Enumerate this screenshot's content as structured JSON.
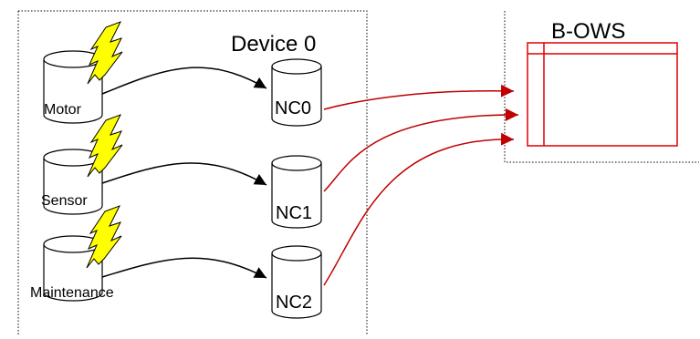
{
  "device": {
    "title": "Device 0",
    "sources": [
      {
        "label": "Motor",
        "icon": "lightning-bolt-icon"
      },
      {
        "label": "Sensor",
        "icon": "lightning-bolt-icon"
      },
      {
        "label": "Maintenance",
        "icon": "lightning-bolt-icon"
      }
    ],
    "channels": [
      {
        "label": "NC0"
      },
      {
        "label": "NC1"
      },
      {
        "label": "NC2"
      }
    ]
  },
  "workstation": {
    "title": "B-OWS",
    "icon": "window-table-icon"
  },
  "colors": {
    "stroke": "#000000",
    "bolt_fill": "#ffff00",
    "link": "#c00000",
    "window": "#e00000"
  }
}
